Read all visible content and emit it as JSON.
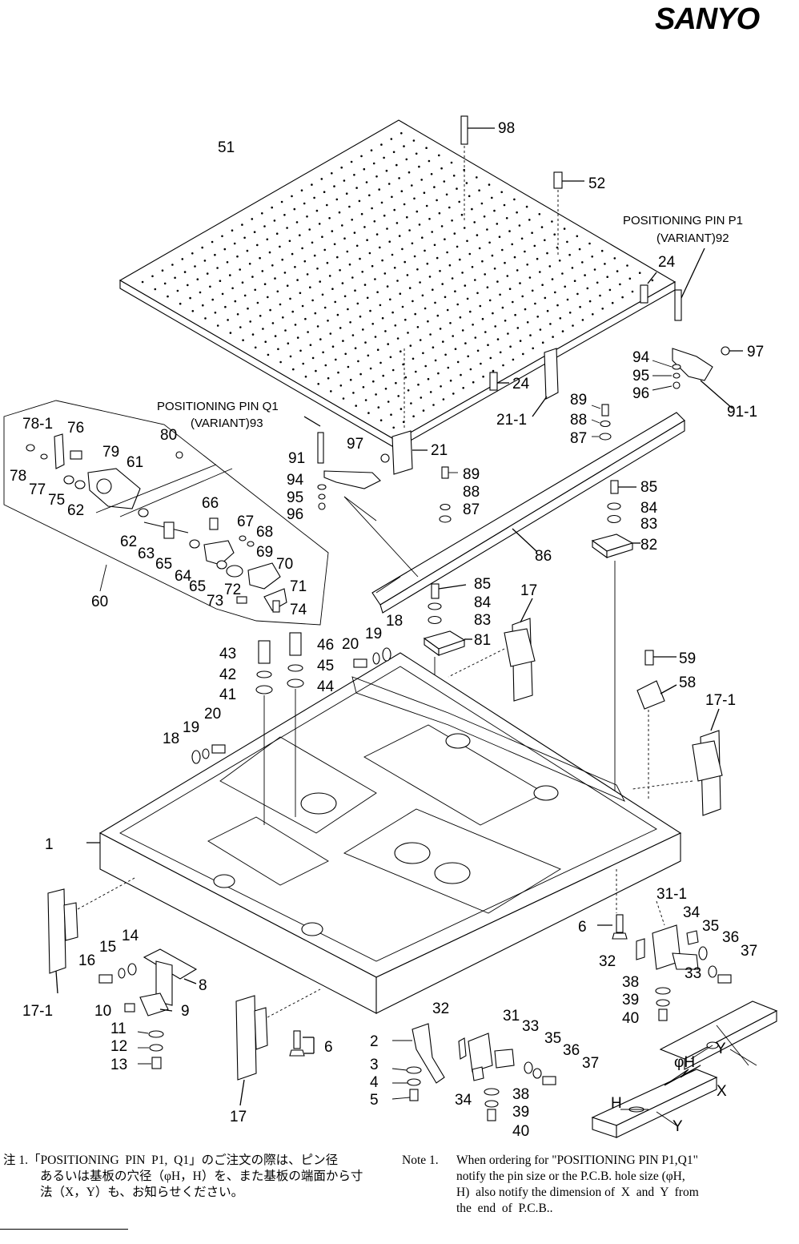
{
  "brand": "SANYO",
  "diagram": {
    "callouts": {
      "p98": "98",
      "p51": "51",
      "p52": "52",
      "p24a": "24",
      "p24b": "24",
      "p97a": "97",
      "p94a": "94",
      "p95a": "95",
      "p96a": "96",
      "p91_1": "91-1",
      "p89a": "89",
      "p88a": "88",
      "p87a": "87",
      "p21_1": "21-1",
      "p21": "21",
      "p97b": "97",
      "p91": "91",
      "p94b": "94",
      "p95b": "95",
      "p96b": "96",
      "p89b": "89",
      "p88b": "88",
      "p87b": "87",
      "p85a": "85",
      "p84a": "84",
      "p83a": "83",
      "p82": "82",
      "p86": "86",
      "p78_1": "78-1",
      "p76": "76",
      "p79": "79",
      "p78": "78",
      "p77": "77",
      "p75": "75",
      "p62a": "62",
      "p61": "61",
      "p80": "80",
      "p66": "66",
      "p67": "67",
      "p68": "68",
      "p62b": "62",
      "p63": "63",
      "p69": "69",
      "p65a": "65",
      "p64": "64",
      "p70": "70",
      "p65b": "65",
      "p71": "71",
      "p72": "72",
      "p73": "73",
      "p74": "74",
      "p60": "60",
      "p85b": "85",
      "p84b": "84",
      "p83b": "83",
      "p81": "81",
      "p17a": "17",
      "p43": "43",
      "p42": "42",
      "p41": "41",
      "p46": "46",
      "p45": "45",
      "p44": "44",
      "p20a": "20",
      "p19a": "19",
      "p18a": "18",
      "p59": "59",
      "p58": "58",
      "p17_1a": "17-1",
      "p18b": "18",
      "p19b": "19",
      "p20b": "20",
      "p1": "1",
      "p31_1": "31-1",
      "p34a": "34",
      "p35a": "35",
      "p36a": "36",
      "p37a": "37",
      "p6a": "6",
      "p32a": "32",
      "p38a": "38",
      "p33a": "33",
      "p39a": "39",
      "p40a": "40",
      "p17_1b": "17-1",
      "p16": "16",
      "p15": "15",
      "p14": "14",
      "p8": "8",
      "p10": "10",
      "p9": "9",
      "p11": "11",
      "p12": "12",
      "p13": "13",
      "p32b": "32",
      "p31": "31",
      "p33b": "33",
      "p35b": "35",
      "p36b": "36",
      "p37b": "37",
      "p6b": "6",
      "p2": "2",
      "p3": "3",
      "p4": "4",
      "p5": "5",
      "p34b": "34",
      "p38b": "38",
      "p39b": "39",
      "p40b": "40",
      "p17b": "17",
      "phiH": "φH",
      "pY1": "Y",
      "pX": "X",
      "pH": "H",
      "pY2": "Y"
    },
    "positioning_pin_p1": {
      "line1": "POSITIONING PIN P1",
      "line2": "(VARIANT)92"
    },
    "positioning_pin_q1": {
      "line1": "POSITIONING PIN Q1",
      "line2": "(VARIANT)93"
    }
  },
  "notes": {
    "jp_head": "注 1.「POSITIONING  PIN  P1,  Q1」のご注文の際は、ピン径",
    "jp_line2": "あるいは基板の穴径（φH，H）を、また基板の端面から寸",
    "jp_line3": "法（X，Y）も、お知らせください。",
    "en_head": "Note 1.",
    "en_line1": "When ordering for \"POSITIONING PIN P1,Q1\"",
    "en_line2": "notify the pin size or the P.C.B. hole size (φH,",
    "en_line3": "H)  also notify the dimension of  X  and  Y  from",
    "en_line4": "the  end  of  P.C.B.."
  }
}
